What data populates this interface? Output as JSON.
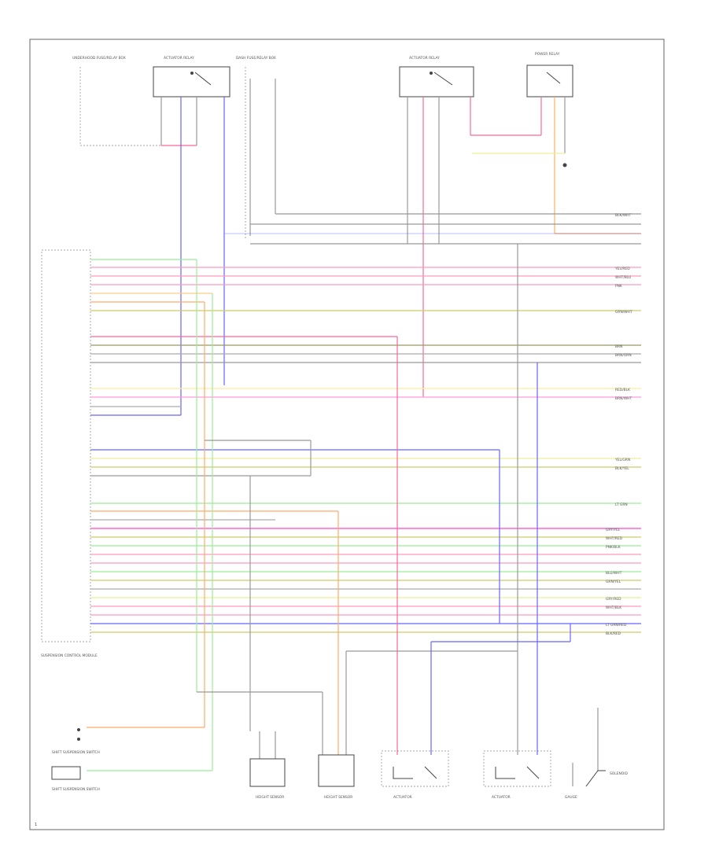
{
  "diagram": {
    "components": {
      "ecu": "SUSPENSION CONTROL MODULE",
      "relay_left": "ACTUATOR RELAY",
      "relay_mid": "ACTUATOR RELAY",
      "relay_right": "POWER RELAY",
      "fuse_left": "UNDERHOOD FUSE/RELAY BOX",
      "fuse_center": "DASH FUSE/RELAY BOX",
      "switch_front": "SHIFT SUSPENSION SWITCH",
      "switch_rear": "SHIFT SUSPENSION SWITCH",
      "sensor_1": "HEIGHT SENSOR",
      "sensor_2": "HEIGHT SENSOR",
      "actuator_1": "ACTUATOR",
      "actuator_2": "ACTUATOR",
      "solenoid": "SOLENOID",
      "gauge": "GAUGE"
    },
    "page_number": "1",
    "wire_labels": [
      "BLK/WHT",
      "YEL/RED",
      "WHT/BLU",
      "PNK",
      "GRN/WHT",
      "BRN",
      "BRN/ORN",
      "RED/BLK",
      "BRN/WHT",
      "YEL/GRN",
      "BLK/YEL",
      "LT GRN",
      "GRY/YEL",
      "WHT/RED",
      "PNK/BLK",
      "BLU/WHT",
      "GRN/YEL",
      "GRY/RED",
      "WHT/BLK",
      "LT GRN/RED",
      "BLK/RED"
    ]
  }
}
